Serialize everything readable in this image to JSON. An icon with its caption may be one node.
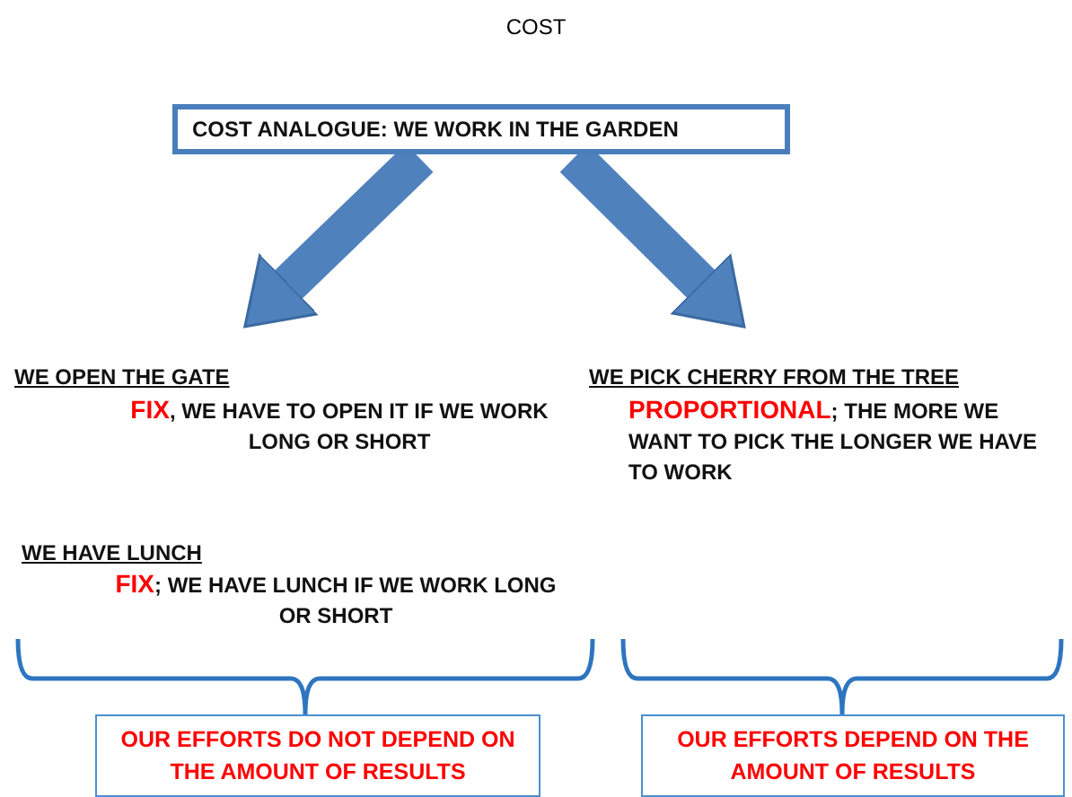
{
  "diagram": {
    "title": "COST",
    "nodes": [
      {
        "text": [
          "COST ANALOGUE: WE WORK IN THE GARDEN"
        ]
      },
      {
        "text": [
          "WE OPEN THE GATE",
          "**FIX**, WE HAVE TO OPEN IT IF WE WORK LONG OR SHORT"
        ]
      },
      {
        "text": [
          "WE PICK CHERRY FROM THE TREE",
          "**PROPORTIONAL**; THE MORE WE WANT TO PICK THE LONGER WE HAVE TO WORK"
        ]
      },
      {
        "text": [
          "OUR EFFORTS DO NOT DEPEND ON THE AMOUNT OF RESULTS"
        ]
      },
      {
        "text": [
          "OUR EFFORTS DEPEND ON THE AMOUNT OF RESULTS"
        ]
      }
    ],
    "edges": [
      {
        "from": 0,
        "to": 1,
        "arrow": "to"
      },
      {
        "from": 0,
        "to": 2,
        "arrow": "to"
      }
    ],
    "labels": [
      "WE HAVE LUNCH",
      "**FIX**; WE HAVE LUNCH IF WE WORK LONG OR SHORT"
    ]
  }
}
